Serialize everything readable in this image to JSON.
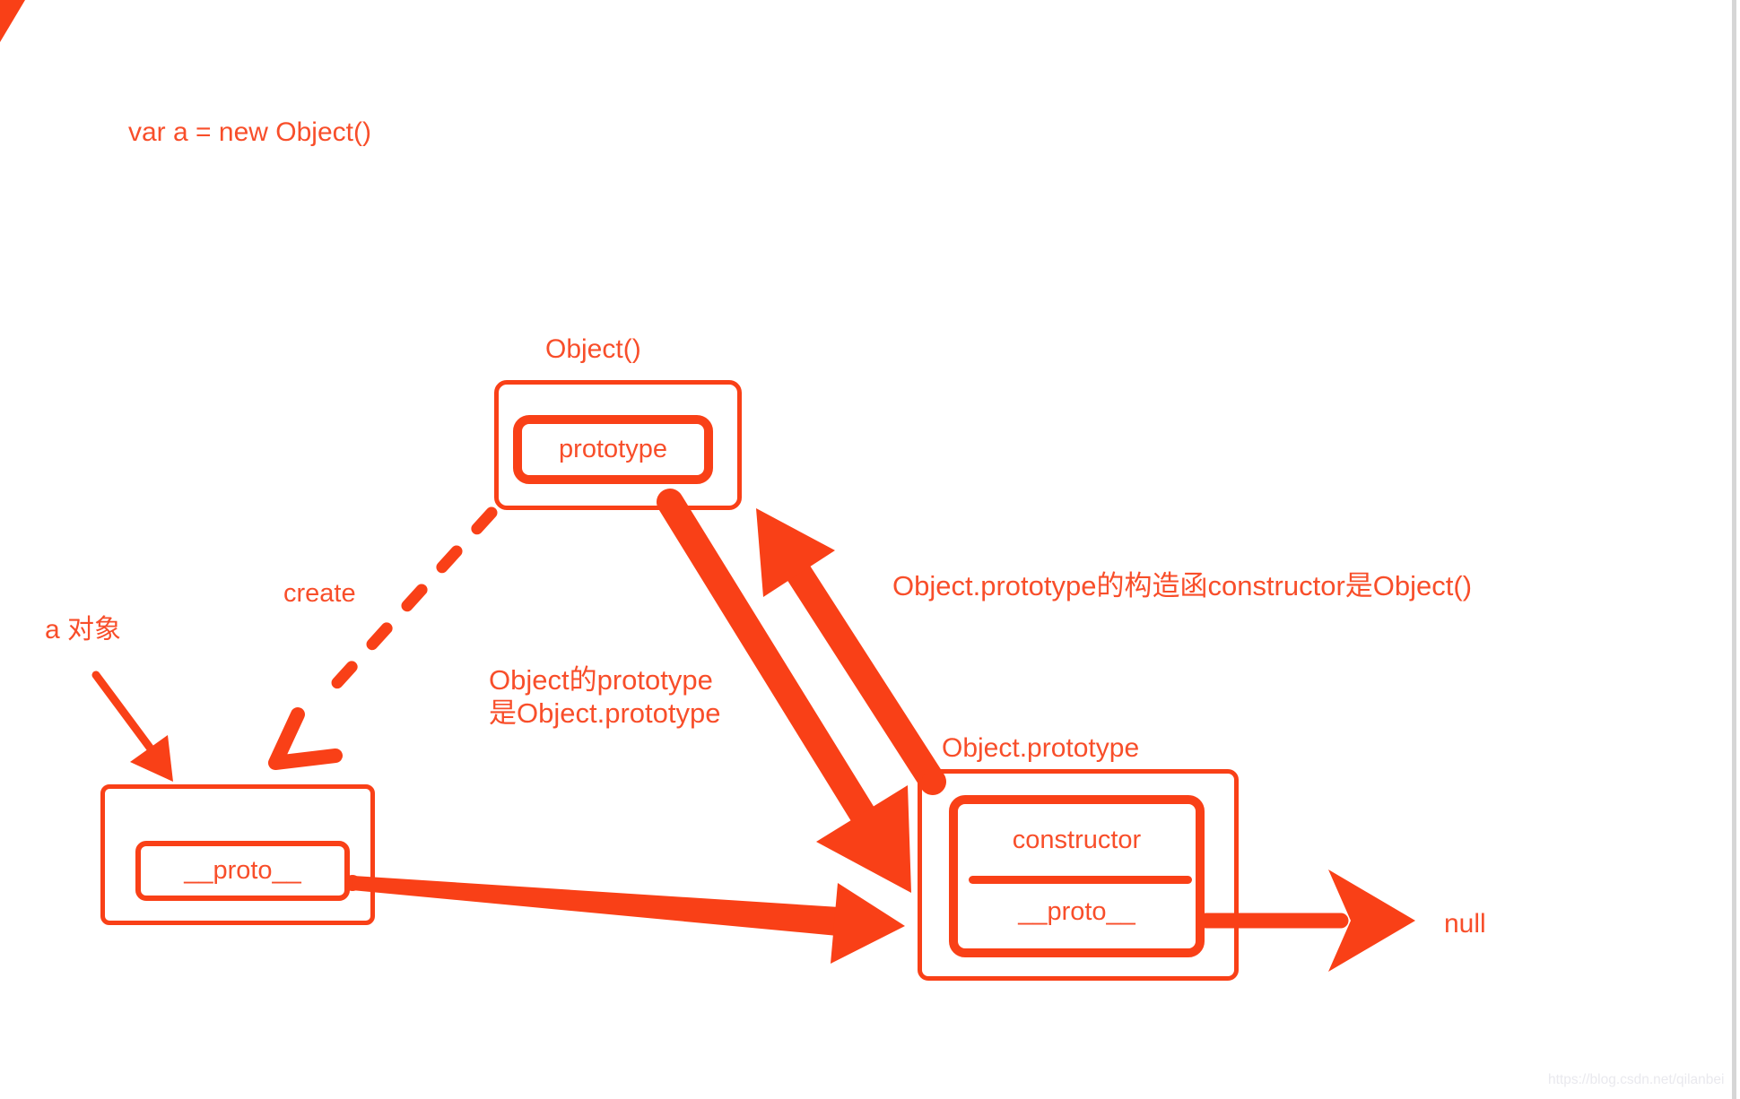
{
  "colors": {
    "accent": "#f94017",
    "text": "#f84e2a",
    "watermark": "#e9e9ee",
    "scrollbar": "#d6d6d6",
    "background": "#ffffff"
  },
  "texts": {
    "var_declaration": "var a = new Object()",
    "object_function_label": "Object()",
    "prototype_field": "prototype",
    "create_label": "create",
    "a_object_label": "a 对象",
    "proto_field_left": "__proto__",
    "middle_note_line1": "Object的prototype",
    "middle_note_line2": "是Object.prototype",
    "constructor_note": "Object.prototype的构造函constructor是Object()",
    "object_prototype_label": "Object.prototype",
    "constructor_field": "constructor",
    "proto_field_right": "__proto__",
    "null_label": "null",
    "watermark": "https://blog.csdn.net/qilanbei"
  },
  "connections": [
    {
      "from": "Object()",
      "to": "a 对象 box",
      "label": "create",
      "style": "dashed"
    },
    {
      "from": "a 对象 label",
      "to": "a 对象 box",
      "label": "",
      "style": "solid"
    },
    {
      "from": "Object().prototype",
      "to": "Object.prototype box",
      "label": "Object的prototype 是Object.prototype",
      "style": "thick-solid"
    },
    {
      "from": "Object.prototype.constructor",
      "to": "Object()",
      "label": "Object.prototype的构造函constructor是Object()",
      "style": "thick-solid"
    },
    {
      "from": "a.__proto__",
      "to": "Object.prototype box",
      "label": "",
      "style": "tapered-solid"
    },
    {
      "from": "Object.prototype.__proto__",
      "to": "null",
      "label": "",
      "style": "solid"
    }
  ]
}
